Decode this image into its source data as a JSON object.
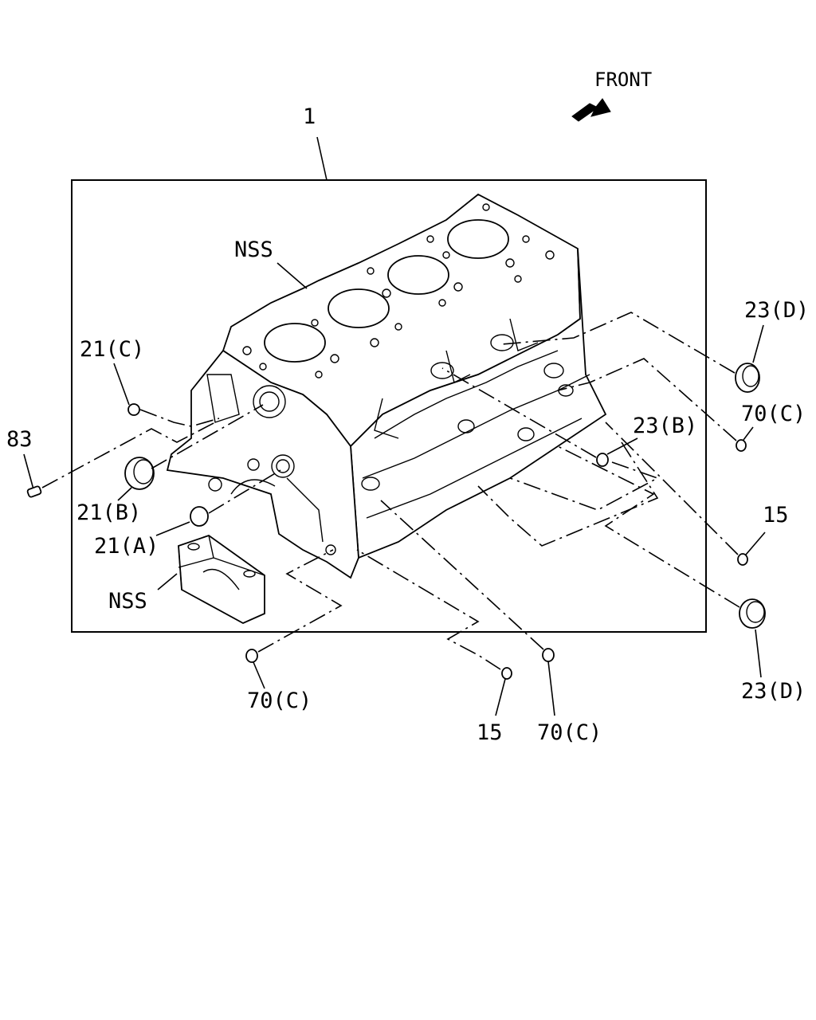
{
  "front_label": "FRONT",
  "labels": {
    "item_1": "1",
    "nss_top": "NSS",
    "nss_bottom": "NSS",
    "l_21c": "21(C)",
    "l_83": "83",
    "l_21b": "21(B)",
    "l_21a": "21(A)",
    "l_23d_top": "23(D)",
    "l_70c_right": "70(C)",
    "l_23b": "23(B)",
    "l_15_right": "15",
    "l_23d_bottom": "23(D)",
    "l_70c_left": "70(C)",
    "l_15_bottom": "15",
    "l_70c_bottom": "70(C)"
  }
}
